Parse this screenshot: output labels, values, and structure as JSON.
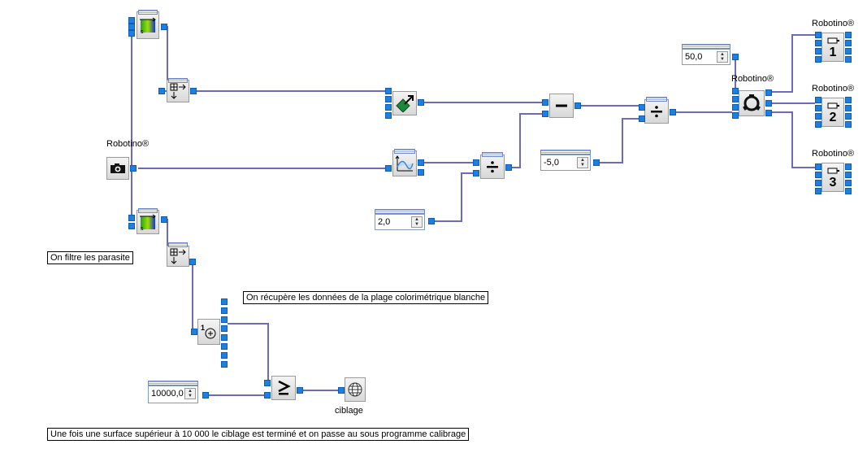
{
  "labels": {
    "camera": "Robotino®",
    "omnidrive": "Robotino®",
    "motor1": "Robotino®",
    "motor2": "Robotino®",
    "motor3": "Robotino®",
    "ciblage": "ciblage"
  },
  "comments": {
    "filter": "On filtre les parasite",
    "recover": "On récupère les données de la plage colorimétrique blanche",
    "done": "Une fois une surface supérieur à 10 000 le ciblage est terminé et on passe au sous programme calibrage"
  },
  "constants": {
    "c1": "50,0",
    "c2": "-5,0",
    "c3": "2,0",
    "c4": "10000,0"
  },
  "motor_numbers": [
    "1",
    "2",
    "3"
  ],
  "colors": {
    "wire": "#6b6bb8",
    "port": "#1e7fe0",
    "block": "#e2e2e2"
  },
  "icons": {
    "camera": "camera-icon",
    "color_filter": "color-filter-icon",
    "segmenter": "segmenter-icon",
    "line_detector": "line-detector-icon",
    "bounding_box": "bounding-box-icon",
    "divide": "divide-icon",
    "subtract": "subtract-icon",
    "omnidrive": "omnidrive-icon",
    "motor": "motor-icon",
    "greater_equal": "greater-equal-icon",
    "globe": "globe-icon",
    "region": "region-icon"
  }
}
